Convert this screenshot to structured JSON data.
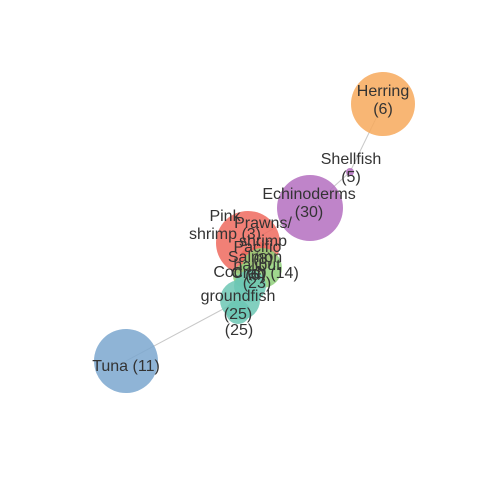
{
  "graph": {
    "nodes": [
      {
        "id": "herring",
        "lines": [
          "Herring",
          "(6)"
        ],
        "color": "#f7a95c"
      },
      {
        "id": "shellfish",
        "lines": [
          "Shellfish",
          "(5)"
        ],
        "color": "#b46fbf"
      },
      {
        "id": "echinoderms",
        "lines": [
          "Echinoderms",
          "(30)"
        ],
        "color": "#b46fbf"
      },
      {
        "id": "pink-shrimp",
        "lines": [
          "Pink",
          "shrimp (3)"
        ],
        "color": "#ef6a5e"
      },
      {
        "id": "prawns-shrimp",
        "lines": [
          "Prawns/",
          "shrimp",
          "(8)"
        ],
        "color": "#ef6a5e"
      },
      {
        "id": "salmon",
        "lines": [
          "Salmon",
          "(6)"
        ],
        "color": "#ef6a5e"
      },
      {
        "id": "crab",
        "lines": [
          "Crab (14)"
        ],
        "color": "#8fd07a"
      },
      {
        "id": "cod",
        "lines": [
          "Cod (4)"
        ],
        "color": "#8fd07a"
      },
      {
        "id": "pacific-halibut",
        "lines": [
          "Pacific",
          "halibut",
          "(23)"
        ],
        "color": "#6cc7b4"
      },
      {
        "id": "groundfish",
        "lines": [
          "groundfish",
          "(25)"
        ],
        "color": "#6cc7b4"
      },
      {
        "id": "dredge",
        "lines": [
          "(25)"
        ],
        "color": "#6cc7b4"
      },
      {
        "id": "tuna",
        "lines": [
          "Tuna (11)"
        ],
        "color": "#7ba7cf"
      }
    ],
    "edge_color": "#c8c8c8"
  }
}
